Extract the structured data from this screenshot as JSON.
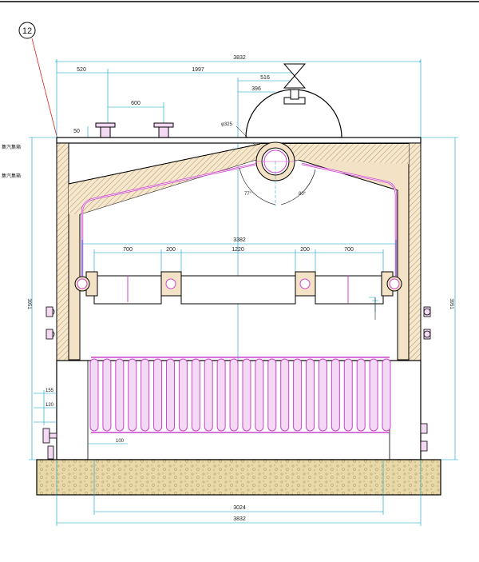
{
  "callout": {
    "number": "12"
  },
  "dimensions": {
    "overall_width_top": "3832",
    "overall_width_bottom": "3832",
    "left_offset": "520",
    "span_to_drum_axis": "1997",
    "pipe_spacing": "600",
    "drum_offset_a": "516",
    "drum_offset_b": "396",
    "drum_diameter": "φ325",
    "pipe_height": "50",
    "inner_span": "3382",
    "beam_seg_1": "700",
    "beam_seg_2": "200",
    "beam_seg_3": "1220",
    "beam_seg_4": "200",
    "beam_seg_5": "700",
    "angle_left": "77°",
    "angle_right": "80°",
    "height_left": "3951",
    "height_right": "3951",
    "side_dim_1": "155",
    "side_dim_2": "120",
    "tube_offset": "100",
    "base_width": "3024"
  },
  "left_notes": {
    "note_1": "集汽集箱",
    "note_2": "集汽集箱"
  },
  "colors": {
    "dimension": "#00a0c8",
    "outline": "#000000",
    "refractory": "#f4e2c6",
    "hatch": "#c9a574",
    "tube": "#cc44cc",
    "tube_fill": "#f3d9f3",
    "foundation": "#ead9a8",
    "leader": "#e02020"
  },
  "tube_count": 24
}
